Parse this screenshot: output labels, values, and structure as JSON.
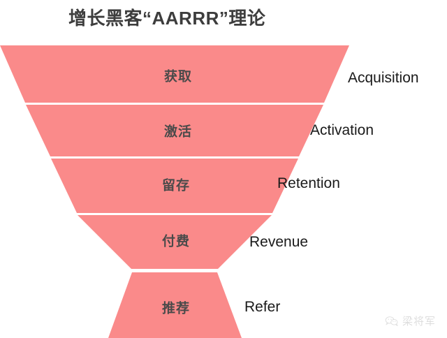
{
  "title": "增长黑客“AARRR”理论",
  "colors": {
    "funnel_fill": "#fa8a8a",
    "funnel_divider": "#ffb8b8",
    "title_text": "#3d3d3d",
    "cn_label_text": "#4a4a4a",
    "en_label_text": "#1a1a1a",
    "background": "#ffffff"
  },
  "funnel": {
    "stages": [
      {
        "cn": "获取",
        "en": "Acquisition"
      },
      {
        "cn": "激活",
        "en": "Activation"
      },
      {
        "cn": "留存",
        "en": "Retention"
      },
      {
        "cn": "付费",
        "en": "Revenue"
      },
      {
        "cn": "推荐",
        "en": "Refer"
      }
    ]
  },
  "watermark": {
    "icon": "wechat-icon",
    "text": "梁将军"
  }
}
